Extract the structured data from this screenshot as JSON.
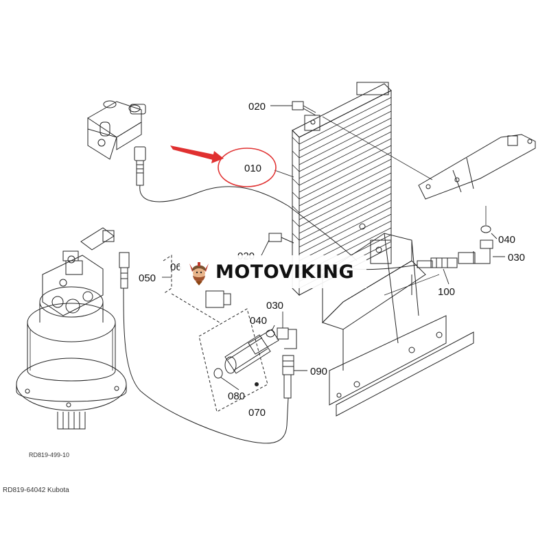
{
  "callouts": {
    "c010": "010",
    "c020_top": "020",
    "c020_mid": "020",
    "c030_right": "030",
    "c030_mid": "030",
    "c040_right": "040",
    "c040_mid": "040",
    "c050": "050",
    "c060": "06",
    "c070": "070",
    "c080": "080",
    "c090": "090",
    "c100": "100"
  },
  "drawing_code": "RD819-499-10",
  "footer_caption": "RD819-64042 Kubota",
  "watermark": {
    "text": "MOTOVIKING",
    "logo": "viking-head-logo"
  },
  "colors": {
    "line": "#222222",
    "highlight": "#e03030",
    "background": "#ffffff"
  },
  "highlight": {
    "target": "010",
    "marker": "arrow-and-circle"
  }
}
